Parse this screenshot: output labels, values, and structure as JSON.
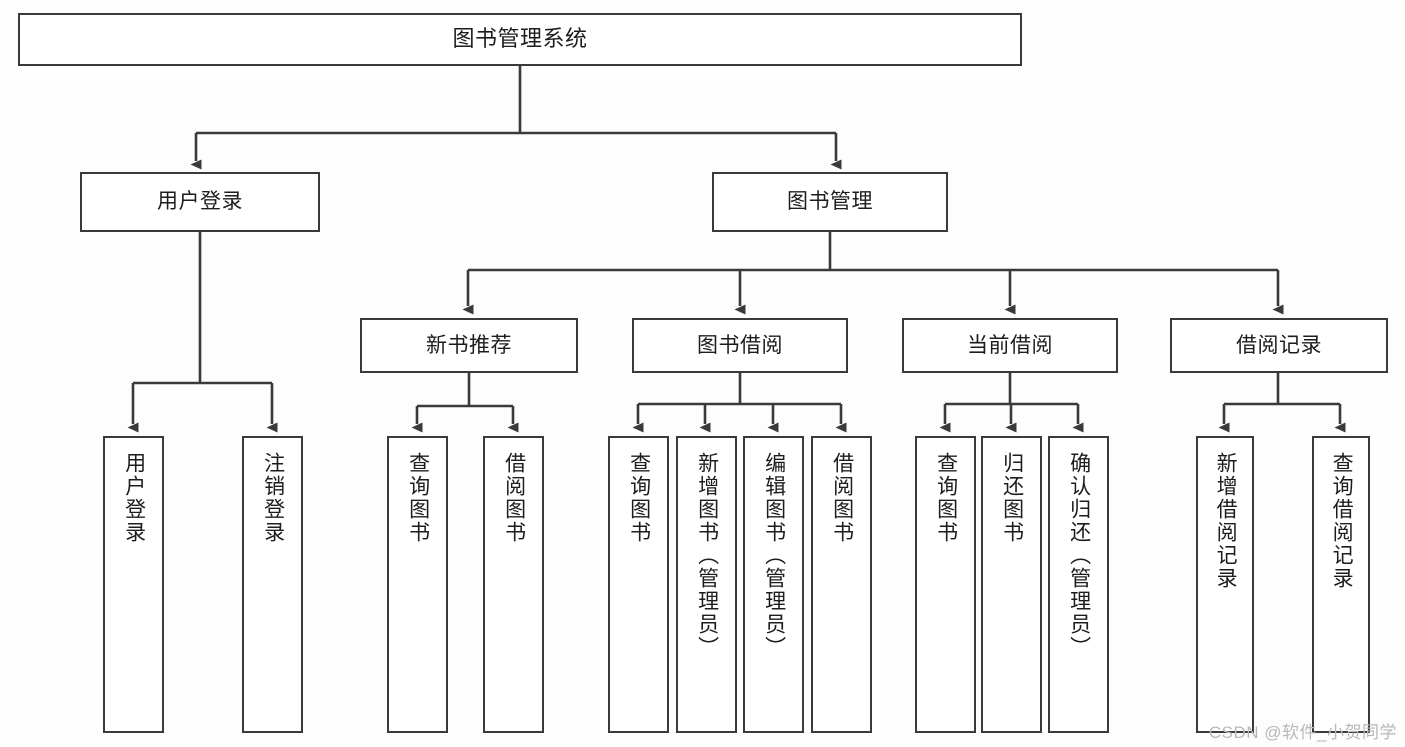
{
  "diagram": {
    "title": "图书管理系统",
    "type": "tree-hierarchy-diagram",
    "background_color": "#fdfdfd",
    "line_color": "#3a3a3a",
    "box_fill_color": "#ffffff",
    "text_color": "#1d1d1d"
  },
  "nodes": {
    "root": {
      "label": "图书管理系统"
    },
    "level2": [
      {
        "label": "用户登录"
      },
      {
        "label": "图书管理"
      }
    ],
    "level3": [
      {
        "label": "新书推荐"
      },
      {
        "label": "图书借阅"
      },
      {
        "label": "当前借阅"
      },
      {
        "label": "借阅记录"
      }
    ],
    "leaves": {
      "user_login": [
        {
          "label": "用户登录"
        },
        {
          "label": "注销登录"
        }
      ],
      "new_book_recommend": [
        {
          "label": "查询图书"
        },
        {
          "label": "借阅图书"
        }
      ],
      "book_borrow": [
        {
          "label": "查询图书"
        },
        {
          "label": "新增图书（管理员）"
        },
        {
          "label": "编辑图书（管理员）"
        },
        {
          "label": "借阅图书"
        }
      ],
      "current_borrow": [
        {
          "label": "查询图书"
        },
        {
          "label": "归还图书"
        },
        {
          "label": "确认归还（管理员）"
        }
      ],
      "borrow_record": [
        {
          "label": "新增借阅记录"
        },
        {
          "label": "查询借阅记录"
        }
      ]
    }
  },
  "watermark": {
    "text": "CSDN @软件_小贺同学"
  }
}
